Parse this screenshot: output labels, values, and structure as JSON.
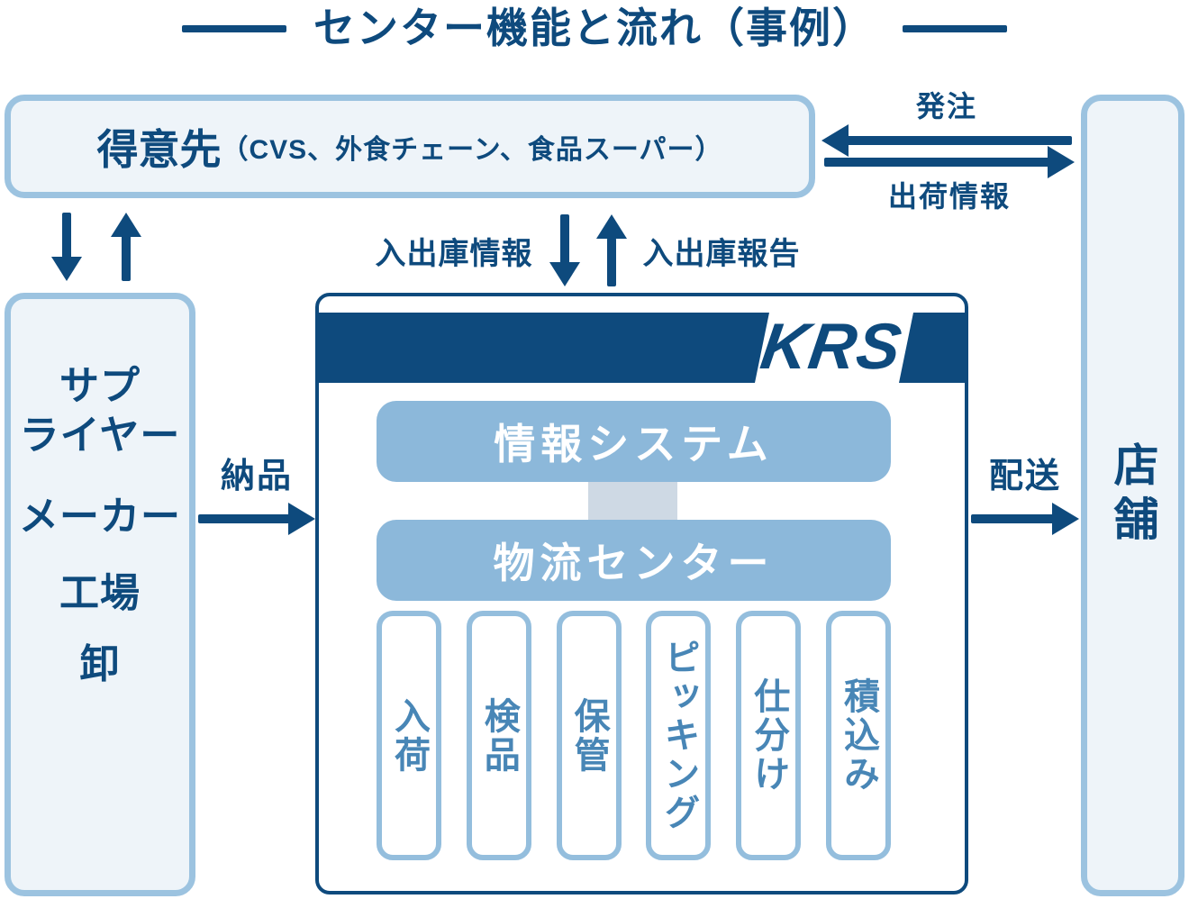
{
  "title": {
    "text": "センター機能と流れ（事例）"
  },
  "colors": {
    "navy": "#0e4a7d",
    "light_blue_border": "#9cc3e0",
    "process_box_border": "#94bedd",
    "pale_fill": "#eef4f9",
    "bar_blue": "#8cb8da",
    "connector_gray_blue": "#ced9e4",
    "process_text_blue": "#4886b6"
  },
  "customer": {
    "name": "得意先",
    "detail": "（CVS、外食チェーン、食品スーパー）"
  },
  "supplier": {
    "lines": [
      "サプ",
      "ライヤー",
      "メーカー",
      "工場",
      "卸"
    ]
  },
  "store": {
    "label": "店舗"
  },
  "krs": {
    "logo": "KRS",
    "system_bar": "情報システム",
    "center_bar": "物流センター",
    "processes": [
      "入荷",
      "検品",
      "保管",
      "ピッキング",
      "仕分け",
      "積込み"
    ]
  },
  "flows": {
    "order": "発注",
    "shipping_info": "出荷情報",
    "inout_info": "入出庫情報",
    "inout_report": "入出庫報告",
    "delivery_in": "納品",
    "dispatch": "配送"
  }
}
